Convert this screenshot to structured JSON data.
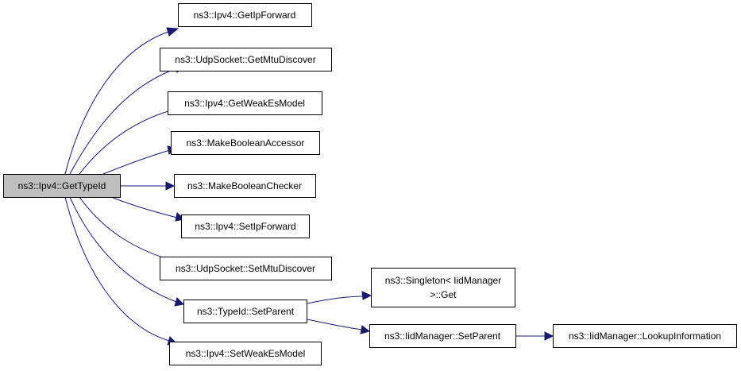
{
  "nodes": {
    "root": {
      "lines": [
        "ns3::Ipv4::GetTypeId"
      ]
    },
    "getIpForward": {
      "lines": [
        "ns3::Ipv4::GetIpForward"
      ]
    },
    "getMtuDiscover": {
      "lines": [
        "ns3::UdpSocket::GetMtuDiscover"
      ]
    },
    "getWeakEsModel": {
      "lines": [
        "ns3::Ipv4::GetWeakEsModel"
      ]
    },
    "makeBooleanAccessor": {
      "lines": [
        "ns3::MakeBooleanAccessor"
      ]
    },
    "makeBooleanChecker": {
      "lines": [
        "ns3::MakeBooleanChecker"
      ]
    },
    "setIpForward": {
      "lines": [
        "ns3::Ipv4::SetIpForward"
      ]
    },
    "setMtuDiscover": {
      "lines": [
        "ns3::UdpSocket::SetMtuDiscover"
      ]
    },
    "typeIdSetParent": {
      "lines": [
        "ns3::TypeId::SetParent"
      ]
    },
    "setWeakEsModel": {
      "lines": [
        "ns3::Ipv4::SetWeakEsModel"
      ]
    },
    "singletonGet": {
      "lines": [
        "ns3::Singleton< IidManager",
        ">::Get"
      ]
    },
    "iidSetParent": {
      "lines": [
        "ns3::IidManager::SetParent"
      ]
    },
    "lookupInformation": {
      "lines": [
        "ns3::IidManager::LookupInformation"
      ]
    }
  },
  "colors": {
    "edge": "#191970",
    "root_fill": "#bfbfbf",
    "node_fill": "#ffffff"
  }
}
